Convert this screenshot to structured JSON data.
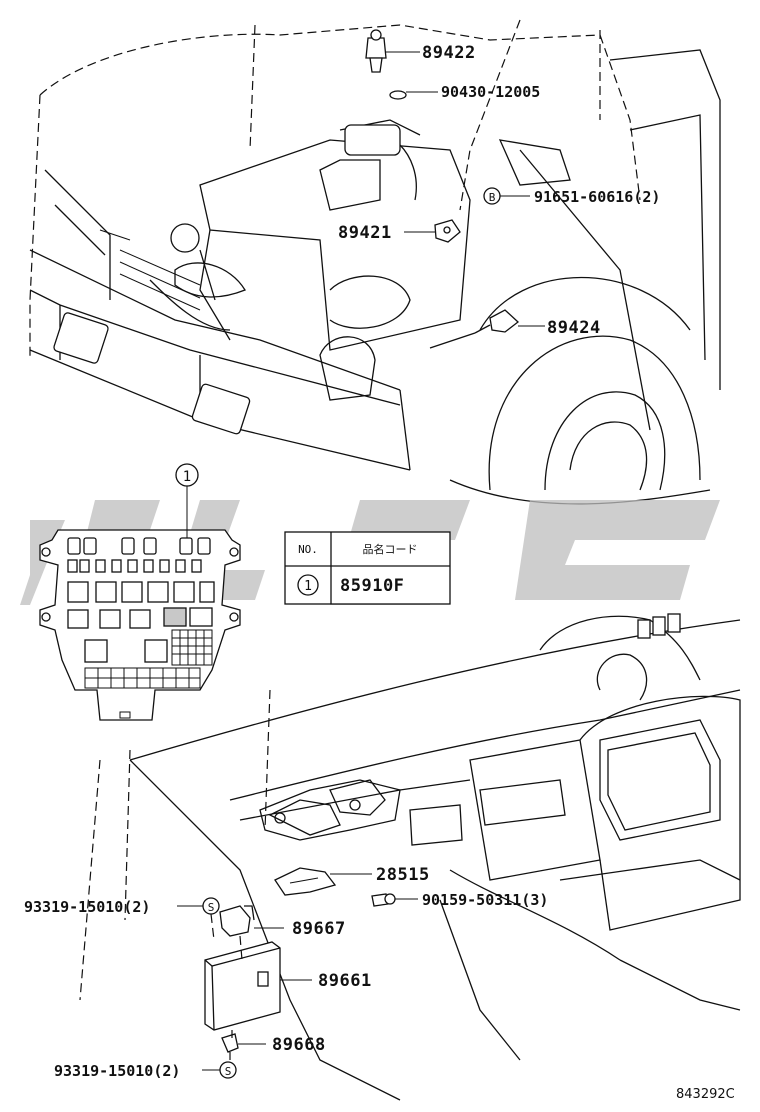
{
  "callouts": {
    "p89422": "89422",
    "p90430": "90430-12005",
    "p91651": "91651-60616(2)",
    "p89421": "89421",
    "p89424": "89424",
    "p28515": "28515",
    "p90159": "90159-50311(3)",
    "p93319a": "93319-15010(2)",
    "p89667": "89667",
    "p89661": "89661",
    "p89668": "89668",
    "p93319b": "93319-15010(2)"
  },
  "symbols": {
    "bolt_marker": "B",
    "screw_marker": "S",
    "relay_block_index": "1"
  },
  "table": {
    "header_no": "NO.",
    "header_code": "品名コード",
    "row_index": "1",
    "row_code": "85910F"
  },
  "figure_code": "843292C"
}
